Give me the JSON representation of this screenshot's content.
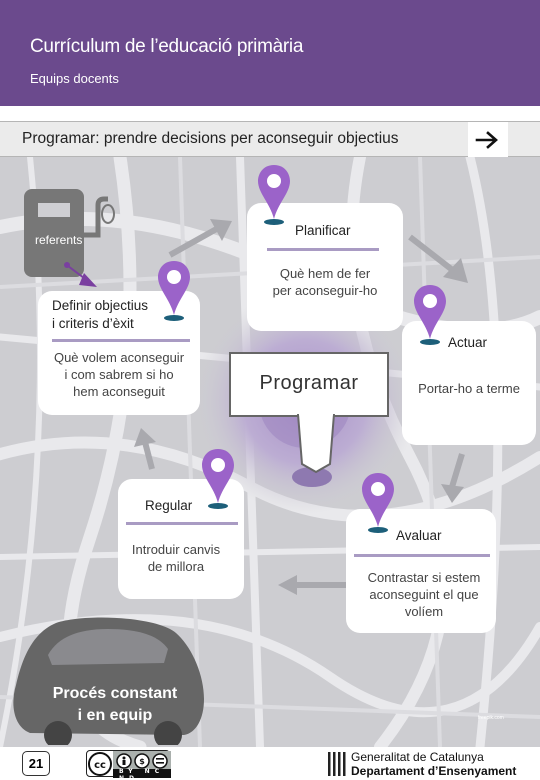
{
  "header": {
    "title": "Currículum de l’educació primària",
    "subtitle": "Equips docents"
  },
  "banner": {
    "text": "Programar: prendre decisions per aconseguir objectius"
  },
  "diagram": {
    "fuel_label": "referents",
    "center_label": "Programar",
    "cards": {
      "definir": {
        "title_line1": "Definir objectius",
        "title_line2": "i criteris d’èxit",
        "body_line1": "Què volem aconseguir",
        "body_line2": "i com sabrem si ho",
        "body_line3": "hem aconseguit"
      },
      "planificar": {
        "title": "Planificar",
        "body_line1": "Què hem de fer",
        "body_line2": "per aconseguir-ho"
      },
      "actuar": {
        "title": "Actuar",
        "body": "Portar-ho a terme"
      },
      "regular": {
        "title": "Regular",
        "body_line1": "Introduir canvis",
        "body_line2": "de millora"
      },
      "avaluar": {
        "title": "Avaluar",
        "body_line1": "Contrastar si estem",
        "body_line2": "aconseguint el que",
        "body_line3": "volíem"
      }
    },
    "car_label_line1": "Procés constant",
    "car_label_line2": "i en equip",
    "watermark": "freepik.com"
  },
  "footer": {
    "page_number": "21",
    "license_letters": "BY NC ND",
    "org_line1": "Generalitat de Catalunya",
    "org_line2": "Departament d’Ensenyament"
  },
  "colors": {
    "header_bg": "#6b4a8d",
    "accent_purple": "#8a55b8",
    "pin_purple": "#9b63c9",
    "pin_dot": "#1d5f7a"
  }
}
